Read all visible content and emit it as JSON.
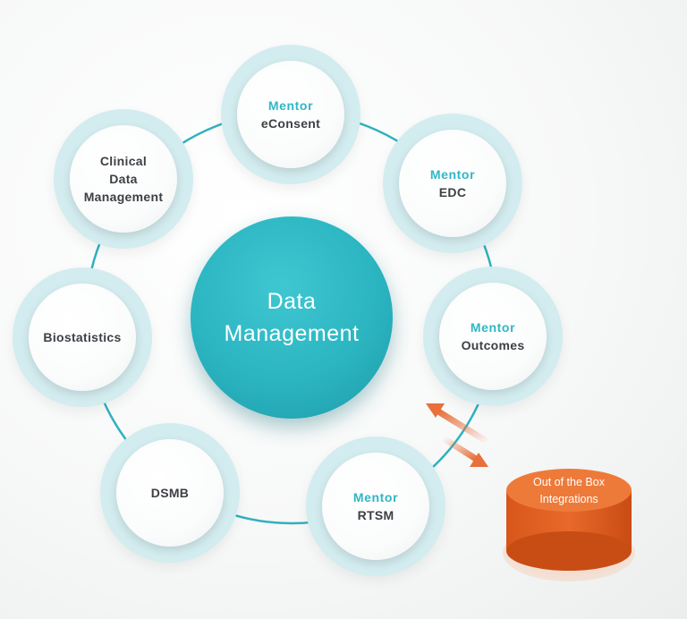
{
  "hub": {
    "title": "Data\nManagement"
  },
  "nodes": [
    {
      "brand": "Mentor",
      "label": "eConsent"
    },
    {
      "brand": "Mentor",
      "label": "EDC"
    },
    {
      "brand": "Mentor",
      "label": "Outcomes"
    },
    {
      "brand": "Mentor",
      "label": "RTSM"
    },
    {
      "brand": "",
      "label": "DSMB"
    },
    {
      "brand": "",
      "label": "Biostatistics"
    },
    {
      "brand": "",
      "label": "Clinical\nData\nManagement"
    }
  ],
  "integration": {
    "title": "Out of the Box\nIntegrations"
  },
  "colors": {
    "accent": "#2fb7c4",
    "ring": "#2fb1be",
    "node_halo": "#d3ecef",
    "integration": "#e8692a",
    "arrow": "#e8703a"
  }
}
